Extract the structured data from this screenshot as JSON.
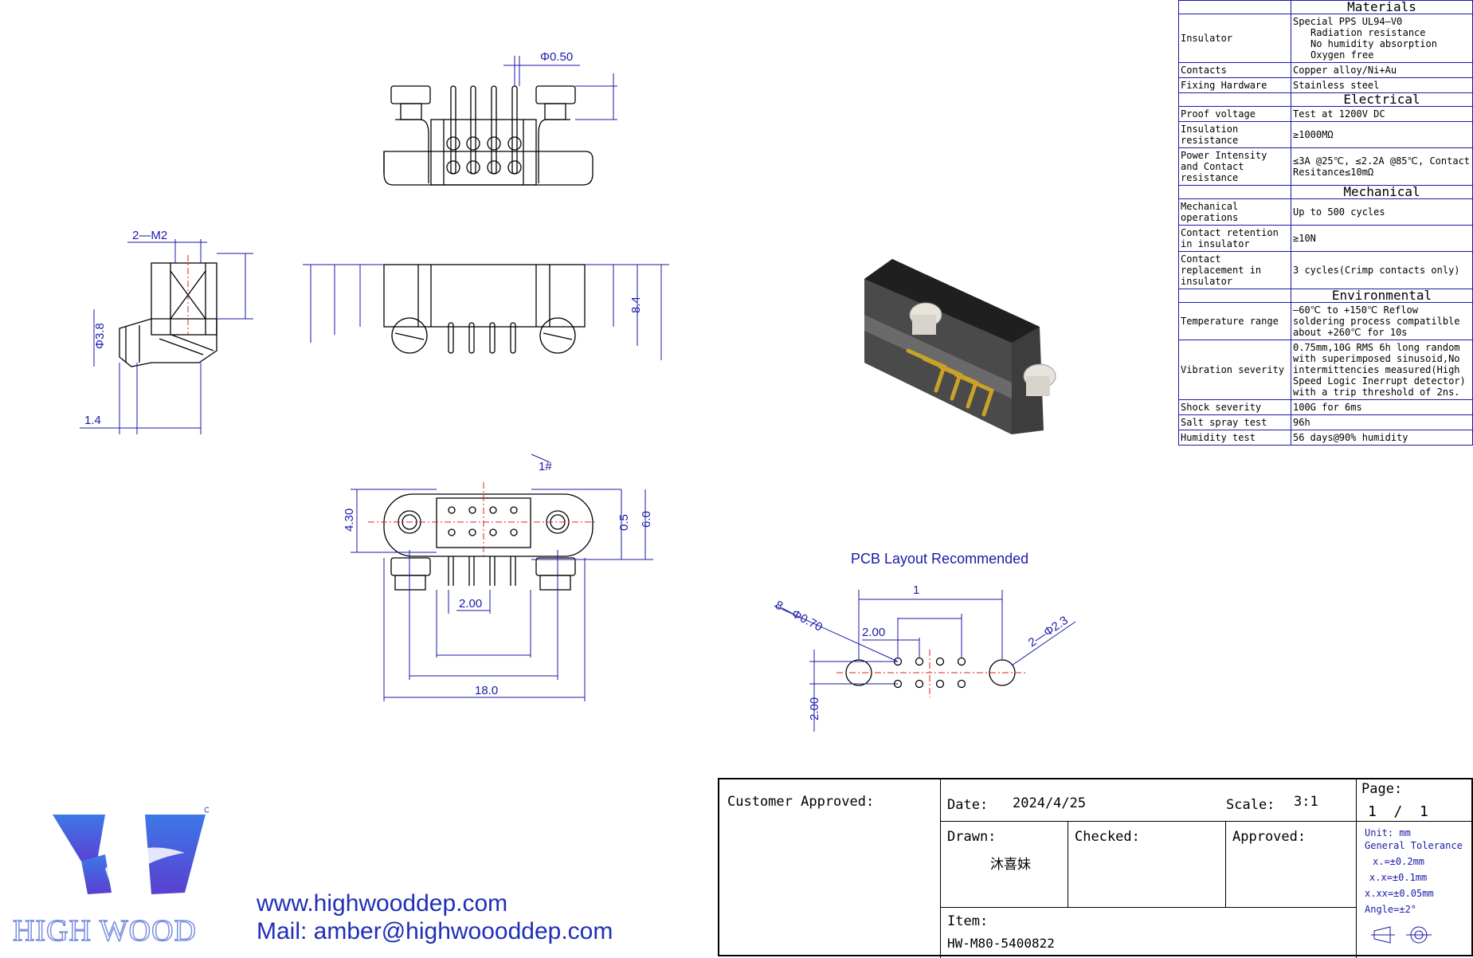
{
  "drawing": {
    "top_view": {
      "dia_label": "Φ0.50"
    },
    "side_view": {
      "m2_label": "2—M2",
      "dia_label": "Φ3.8",
      "offset_label": "1.4"
    },
    "front_view": {
      "height_label": "8.4"
    },
    "bottom_view": {
      "pin1_label": "1#",
      "h1": "4.30",
      "h2": "0.5",
      "h3": "6.0",
      "pitch": "2.00",
      "width": "18.0"
    },
    "pcb": {
      "title": "PCB Layout Recommended",
      "holes_small": "8—Φ0.70",
      "holes_large": "2—Φ2.3",
      "pitch_h": "2.00",
      "pitch_v": "2.00",
      "top_dim": "1"
    }
  },
  "spec": {
    "materials_header": "Materials",
    "insulator_label": "Insulator",
    "insulator_values": [
      "Special PPS UL94—V0",
      "Radiation resistance",
      "No humidity absorption",
      "Oxygen free"
    ],
    "contacts_label": "Contacts",
    "contacts_value": "Copper alloy/Ni+Au",
    "fixing_label": "Fixing Hardware",
    "fixing_value": "Stainless steel",
    "electrical_header": "Electrical",
    "proof_label": "Proof voltage",
    "proof_value": "Test at 1200V DC",
    "insres_label": "Insulation resistance",
    "insres_value": "≥1000MΩ",
    "power_label": "Power Intensity and Contact resistance",
    "power_value": "≤3A @25℃, ≤2.2A @85℃, Contact Resitance≤10mΩ",
    "mechanical_header": "Mechanical",
    "mechops_label": "Mechanical operations",
    "mechops_value": "Up to 500 cycles",
    "retention_label": "Contact retention in insulator",
    "retention_value": "≥10N",
    "replacement_label": "Contact replacement in insulator",
    "replacement_value": "3 cycles(Crimp contacts only)",
    "environmental_header": "Environmental",
    "temp_label": "Temperature range",
    "temp_value": "—60℃ to +150℃ Reflow soldering process compatilble about +260℃ for 10s",
    "vib_label": "Vibration severity",
    "vib_value": "0.75mm,10G RMS 6h long random with superimposed sinusoid,No intermittencies measured(High Speed Logic Inerrupt detector)  with a trip threshold of 2ns.",
    "shock_label": "Shock severity",
    "shock_value": "100G for 6ms",
    "salt_label": "Salt spray test",
    "salt_value": "96h",
    "humidity_label": "Humidity test",
    "humidity_value": "56 days@90% humidity"
  },
  "brand": {
    "logo_text": "HIGH WOOD",
    "website": "www.highwooddep.com",
    "mail": "Mail: amber@highwoooddep.com"
  },
  "titleblock": {
    "customer_label": "Customer Approved:",
    "date_label": "Date:",
    "date_value": "2024/4/25",
    "scale_label": "Scale:",
    "scale_value": "3:1",
    "drawn_label": "Drawn:",
    "drawn_value": "沐喜妹",
    "checked_label": "Checked:",
    "approved_label": "Approved:",
    "item_label": "Item:",
    "item_value": "HW-M80-5400822",
    "page_label": "Page:",
    "page_value": "1  /  1",
    "unit": "Unit: mm",
    "tolerance_label": "General Tolerance",
    "tol1": "x.=±0.2mm",
    "tol2": "x.x=±0.1mm",
    "tol3": "x.xx=±0.05mm",
    "angle": "Angle=±2°"
  }
}
